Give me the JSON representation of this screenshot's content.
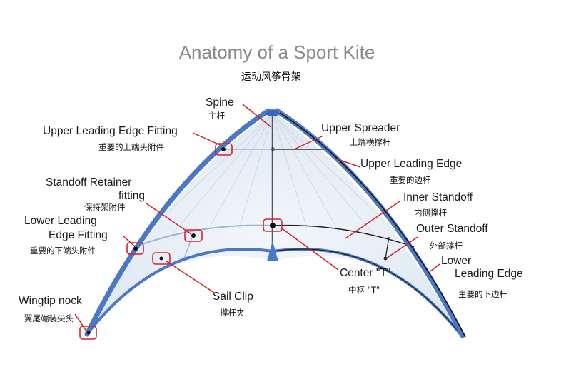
{
  "title": "Anatomy of a Sport Kite",
  "subtitle": "运动风筝骨架",
  "colors": {
    "frame": "#4a78c4",
    "spar": "#3a5fa8",
    "callout": "#d8202a",
    "sail": "#e6edf6",
    "background": "#ffffff"
  },
  "labels": {
    "spine": {
      "en": "Spine",
      "cn": "主杆"
    },
    "upper_leading_edge_fitting": {
      "en": "Upper Leading Edge Fitting",
      "cn": "重要的上端头附件"
    },
    "upper_spreader": {
      "en": "Upper Spreader",
      "cn": "上端横撑杆"
    },
    "upper_leading_edge": {
      "en": "Upper Leading Edge",
      "cn": "重要的边杆"
    },
    "standoff_retainer_fitting": {
      "en1": "Standoff Retainer",
      "en2": "fitting",
      "cn": "保持架附件"
    },
    "inner_standoff": {
      "en": "Inner Standoff",
      "cn": "内侧撑杆"
    },
    "lower_leading_edge_fitting": {
      "en1": "Lower Leading",
      "en2": "Edge Fitting",
      "cn": "重要的下端头附件"
    },
    "outer_standoff": {
      "en": "Outer Standoff",
      "cn": "外部撑杆"
    },
    "lower_leading_edge": {
      "en1": "Lower",
      "en2": "Leading Edge",
      "cn": "主要的下边杆"
    },
    "center_t": {
      "en": "Center \"T\"",
      "cn": "中枢 \"T\""
    },
    "sail_clip": {
      "en": "Sail Clip",
      "cn": "撑杆夹"
    },
    "wingtip_nock": {
      "en": "Wingtip nock",
      "cn": "翼尾端装尖头"
    }
  }
}
